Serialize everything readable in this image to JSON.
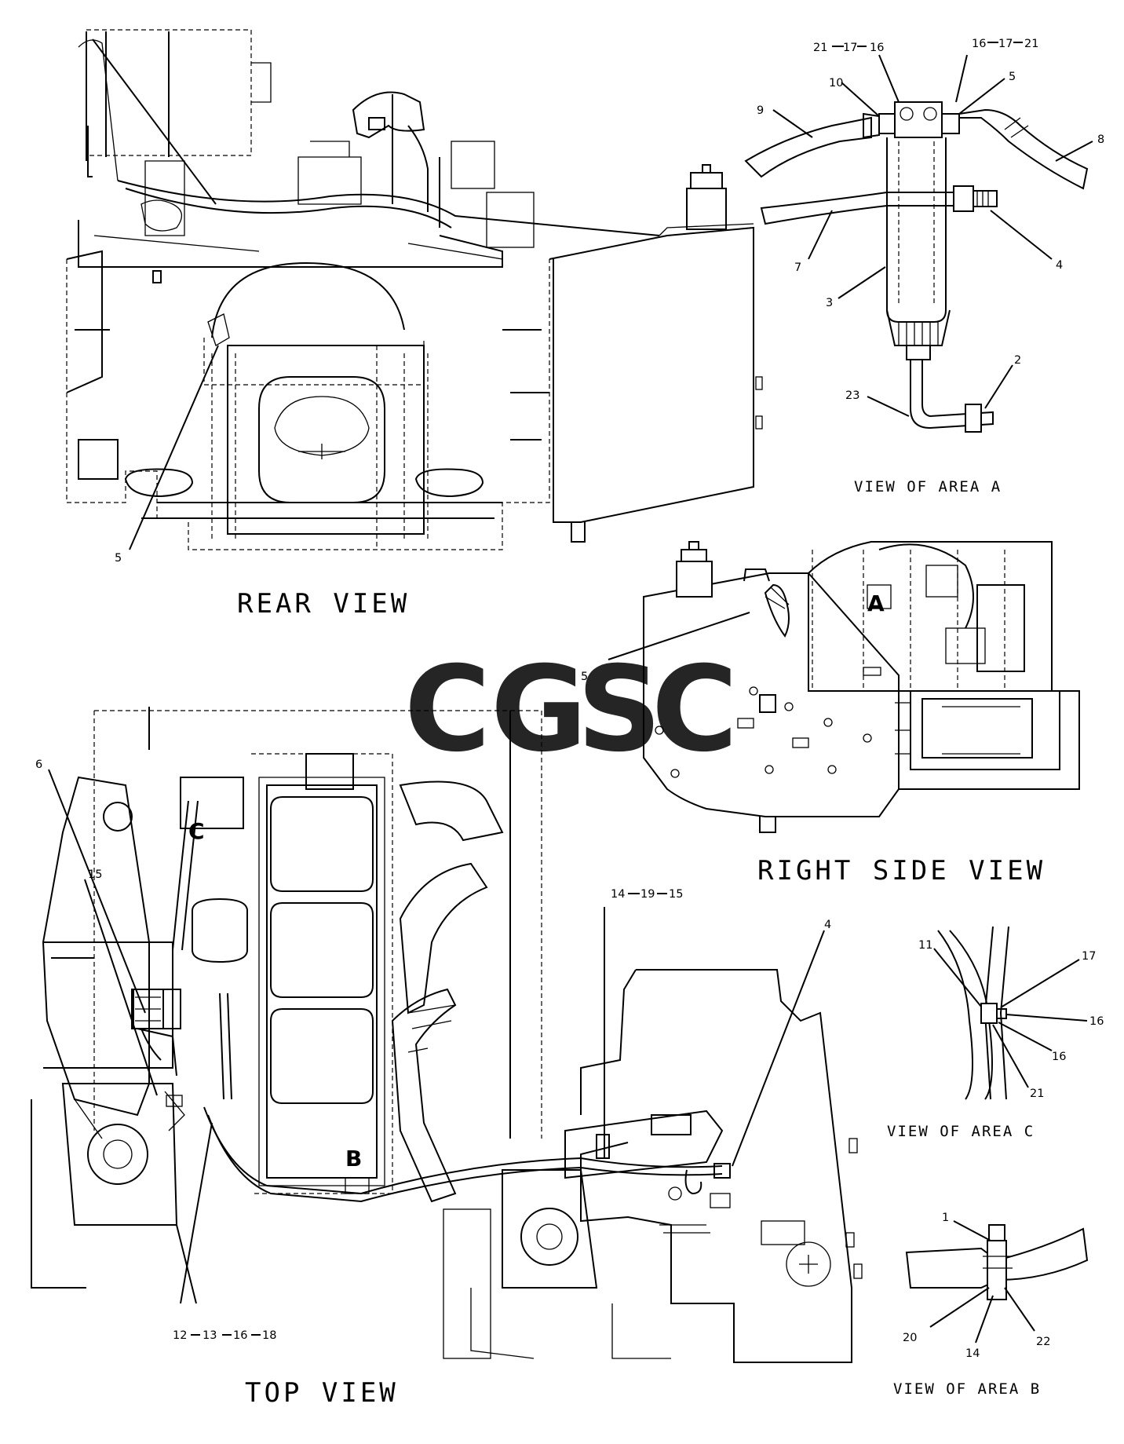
{
  "titles": {
    "rear_view": "REAR VIEW",
    "right_side_view": "RIGHT SIDE VIEW",
    "top_view": "TOP VIEW",
    "view_area_a": "VIEW OF AREA A",
    "view_area_b": "VIEW OF AREA B",
    "view_area_c": "VIEW OF AREA C"
  },
  "area_markers": {
    "a": "A",
    "b": "B",
    "c": "C"
  },
  "watermark": {
    "text": "CGSC",
    "colors": [
      "#4a8fe6",
      "#ee6b6b",
      "#f5c94a",
      "#49b27a"
    ]
  },
  "callouts": {
    "rear_5": "5",
    "rs_5": "5",
    "a_21": "21",
    "a_17": "17",
    "a_16": "16",
    "a_16b": "16",
    "a_17b": "17",
    "a_21b": "21",
    "a_10": "10",
    "a_5": "5",
    "a_9": "9",
    "a_8": "8",
    "a_7": "7",
    "a_4": "4",
    "a_3": "3",
    "a_2": "2",
    "a_23": "23",
    "top_6": "6",
    "top_15": "15",
    "top_14": "14",
    "top_19": "19",
    "top_15b": "15",
    "top_4": "4",
    "top_12": "12",
    "top_13": "13",
    "top_16": "16",
    "top_18": "18",
    "c_11": "11",
    "c_17": "17",
    "c_16": "16",
    "c_16b": "16",
    "c_21": "21",
    "b_1": "1",
    "b_20": "20",
    "b_14": "14",
    "b_22": "22"
  }
}
